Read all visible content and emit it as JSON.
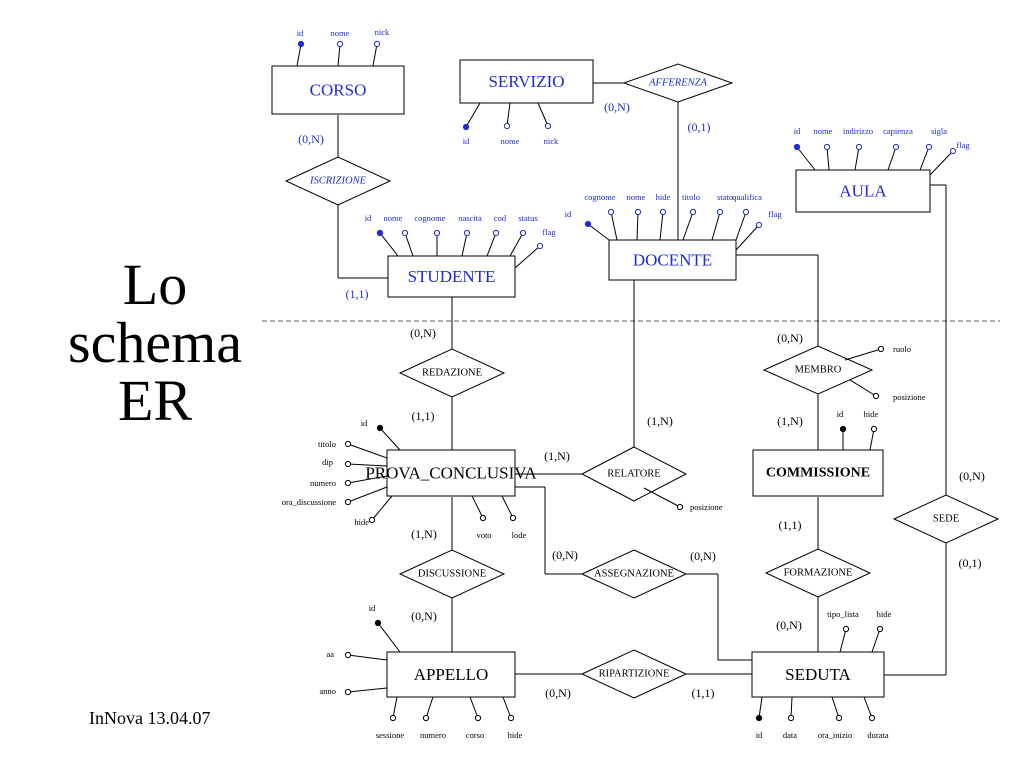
{
  "title": {
    "line1": "Lo",
    "line2": "schema",
    "line3": "ER"
  },
  "footer": "InNova 13.04.07",
  "colors": {
    "upper": "#1f2bd0",
    "lower": "#000000"
  },
  "entities": [
    {
      "id": "corso",
      "label": "CORSO",
      "color": "blue"
    },
    {
      "id": "servizio",
      "label": "SERVIZIO",
      "color": "blue"
    },
    {
      "id": "aula",
      "label": "AULA",
      "color": "blue"
    },
    {
      "id": "studente",
      "label": "STUDENTE",
      "color": "blue"
    },
    {
      "id": "docente",
      "label": "DOCENTE",
      "color": "blue"
    },
    {
      "id": "prova",
      "label": "PROVA_CONCLUSIVA",
      "color": "black"
    },
    {
      "id": "commissione",
      "label": "COMMISSIONE",
      "color": "black"
    },
    {
      "id": "appello",
      "label": "APPELLO",
      "color": "black"
    },
    {
      "id": "seduta",
      "label": "SEDUTA",
      "color": "black"
    }
  ],
  "relationships": [
    {
      "id": "afferenza",
      "label": "AFFERENZA",
      "color": "blue"
    },
    {
      "id": "iscrizione",
      "label": "ISCRIZIONE",
      "color": "blue"
    },
    {
      "id": "redazione",
      "label": "REDAZIONE",
      "color": "black"
    },
    {
      "id": "membro",
      "label": "MEMBRO",
      "color": "black"
    },
    {
      "id": "relatore",
      "label": "RELATORE",
      "color": "black"
    },
    {
      "id": "sede",
      "label": "SEDE",
      "color": "black"
    },
    {
      "id": "discussione",
      "label": "DISCUSSIONE",
      "color": "black"
    },
    {
      "id": "assegnazione",
      "label": "ASSEGNAZIONE",
      "color": "black"
    },
    {
      "id": "formazione",
      "label": "FORMAZIONE",
      "color": "black"
    },
    {
      "id": "ripartizione",
      "label": "RIPARTIZIONE",
      "color": "black"
    }
  ],
  "attributes": [
    {
      "owner": "corso",
      "label": "id",
      "key": true
    },
    {
      "owner": "corso",
      "label": "nome",
      "key": false
    },
    {
      "owner": "corso",
      "label": "nick",
      "key": false
    },
    {
      "owner": "servizio",
      "label": "id",
      "key": true
    },
    {
      "owner": "servizio",
      "label": "nome",
      "key": false
    },
    {
      "owner": "servizio",
      "label": "nick",
      "key": false
    },
    {
      "owner": "aula",
      "label": "id",
      "key": true
    },
    {
      "owner": "aula",
      "label": "nome",
      "key": false
    },
    {
      "owner": "aula",
      "label": "indirizzo",
      "key": false
    },
    {
      "owner": "aula",
      "label": "capienza",
      "key": false
    },
    {
      "owner": "aula",
      "label": "sigla",
      "key": false
    },
    {
      "owner": "aula",
      "label": "flag",
      "key": false
    },
    {
      "owner": "studente",
      "label": "id",
      "key": true
    },
    {
      "owner": "studente",
      "label": "nome",
      "key": false
    },
    {
      "owner": "studente",
      "label": "cognome",
      "key": false
    },
    {
      "owner": "studente",
      "label": "nascita",
      "key": false
    },
    {
      "owner": "studente",
      "label": "cod",
      "key": false
    },
    {
      "owner": "studente",
      "label": "status",
      "key": false
    },
    {
      "owner": "studente",
      "label": "flag",
      "key": false
    },
    {
      "owner": "docente",
      "label": "id",
      "key": true
    },
    {
      "owner": "docente",
      "label": "cognome",
      "key": false
    },
    {
      "owner": "docente",
      "label": "nome",
      "key": false
    },
    {
      "owner": "docente",
      "label": "hide",
      "key": false
    },
    {
      "owner": "docente",
      "label": "titolo",
      "key": false
    },
    {
      "owner": "docente",
      "label": "stato",
      "key": false
    },
    {
      "owner": "docente",
      "label": "qualifica",
      "key": false
    },
    {
      "owner": "docente",
      "label": "flag",
      "key": false
    },
    {
      "owner": "membro",
      "label": "ruolo",
      "key": false
    },
    {
      "owner": "membro",
      "label": "posizione",
      "key": false
    },
    {
      "owner": "prova",
      "label": "id",
      "key": true
    },
    {
      "owner": "prova",
      "label": "titolo",
      "key": false
    },
    {
      "owner": "prova",
      "label": "dip",
      "key": false
    },
    {
      "owner": "prova",
      "label": "numero",
      "key": false
    },
    {
      "owner": "prova",
      "label": "ora_discussione",
      "key": false
    },
    {
      "owner": "prova",
      "label": "hide",
      "key": false
    },
    {
      "owner": "prova",
      "label": "voto",
      "key": false
    },
    {
      "owner": "prova",
      "label": "lode",
      "key": false
    },
    {
      "owner": "relatore",
      "label": "posizione",
      "key": false
    },
    {
      "owner": "commissione",
      "label": "id",
      "key": true
    },
    {
      "owner": "commissione",
      "label": "hide",
      "key": false
    },
    {
      "owner": "appello",
      "label": "id",
      "key": true
    },
    {
      "owner": "appello",
      "label": "aa",
      "key": false
    },
    {
      "owner": "appello",
      "label": "anno",
      "key": false
    },
    {
      "owner": "appello",
      "label": "sessione",
      "key": false
    },
    {
      "owner": "appello",
      "label": "numero",
      "key": false
    },
    {
      "owner": "appello",
      "label": "corso",
      "key": false
    },
    {
      "owner": "appello",
      "label": "hide",
      "key": false
    },
    {
      "owner": "seduta",
      "label": "tipo_lista",
      "key": false
    },
    {
      "owner": "seduta",
      "label": "hide",
      "key": false
    },
    {
      "owner": "seduta",
      "label": "id",
      "key": true
    },
    {
      "owner": "seduta",
      "label": "data",
      "key": false
    },
    {
      "owner": "seduta",
      "label": "ora_inizio",
      "key": false
    },
    {
      "owner": "seduta",
      "label": "durata",
      "key": false
    }
  ],
  "cardinalities": [
    {
      "entity": "corso",
      "relationship": "iscrizione",
      "label": "(0,N)",
      "color": "blue"
    },
    {
      "entity": "studente",
      "relationship": "iscrizione",
      "label": "(1,1)",
      "color": "blue"
    },
    {
      "entity": "servizio",
      "relationship": "afferenza",
      "label": "(0,N)",
      "color": "blue"
    },
    {
      "entity": "docente",
      "relationship": "afferenza",
      "label": "(0,1)",
      "color": "blue"
    },
    {
      "entity": "studente",
      "relationship": "redazione",
      "label": "(0,N)",
      "color": "black"
    },
    {
      "entity": "prova",
      "relationship": "redazione",
      "label": "(1,1)",
      "color": "black"
    },
    {
      "entity": "docente",
      "relationship": "membro",
      "label": "(0,N)",
      "color": "black"
    },
    {
      "entity": "commissione",
      "relationship": "membro",
      "label": "(1,N)",
      "color": "black"
    },
    {
      "entity": "docente",
      "relationship": "relatore",
      "label": "(1,N)",
      "color": "black"
    },
    {
      "entity": "prova",
      "relationship": "relatore",
      "label": "(1,N)",
      "color": "black"
    },
    {
      "entity": "aula",
      "relationship": "sede",
      "label": "(0,N)",
      "color": "black"
    },
    {
      "entity": "seduta",
      "relationship": "sede",
      "label": "(0,1)",
      "color": "black"
    },
    {
      "entity": "prova",
      "relationship": "discussione",
      "label": "(1,N)",
      "color": "black"
    },
    {
      "entity": "appello",
      "relationship": "discussione",
      "label": "(0,N)",
      "color": "black"
    },
    {
      "entity": "prova",
      "relationship": "assegnazione",
      "label": "(0,N)",
      "color": "black"
    },
    {
      "entity": "seduta",
      "relationship": "assegnazione",
      "label": "(0,N)",
      "color": "black"
    },
    {
      "entity": "commissione",
      "relationship": "formazione",
      "label": "(1,1)",
      "color": "black"
    },
    {
      "entity": "seduta",
      "relationship": "formazione",
      "label": "(0,N)",
      "color": "black"
    },
    {
      "entity": "appello",
      "relationship": "ripartizione",
      "label": "(0,N)",
      "color": "black"
    },
    {
      "entity": "seduta",
      "relationship": "ripartizione",
      "label": "(1,1)",
      "color": "black"
    }
  ]
}
